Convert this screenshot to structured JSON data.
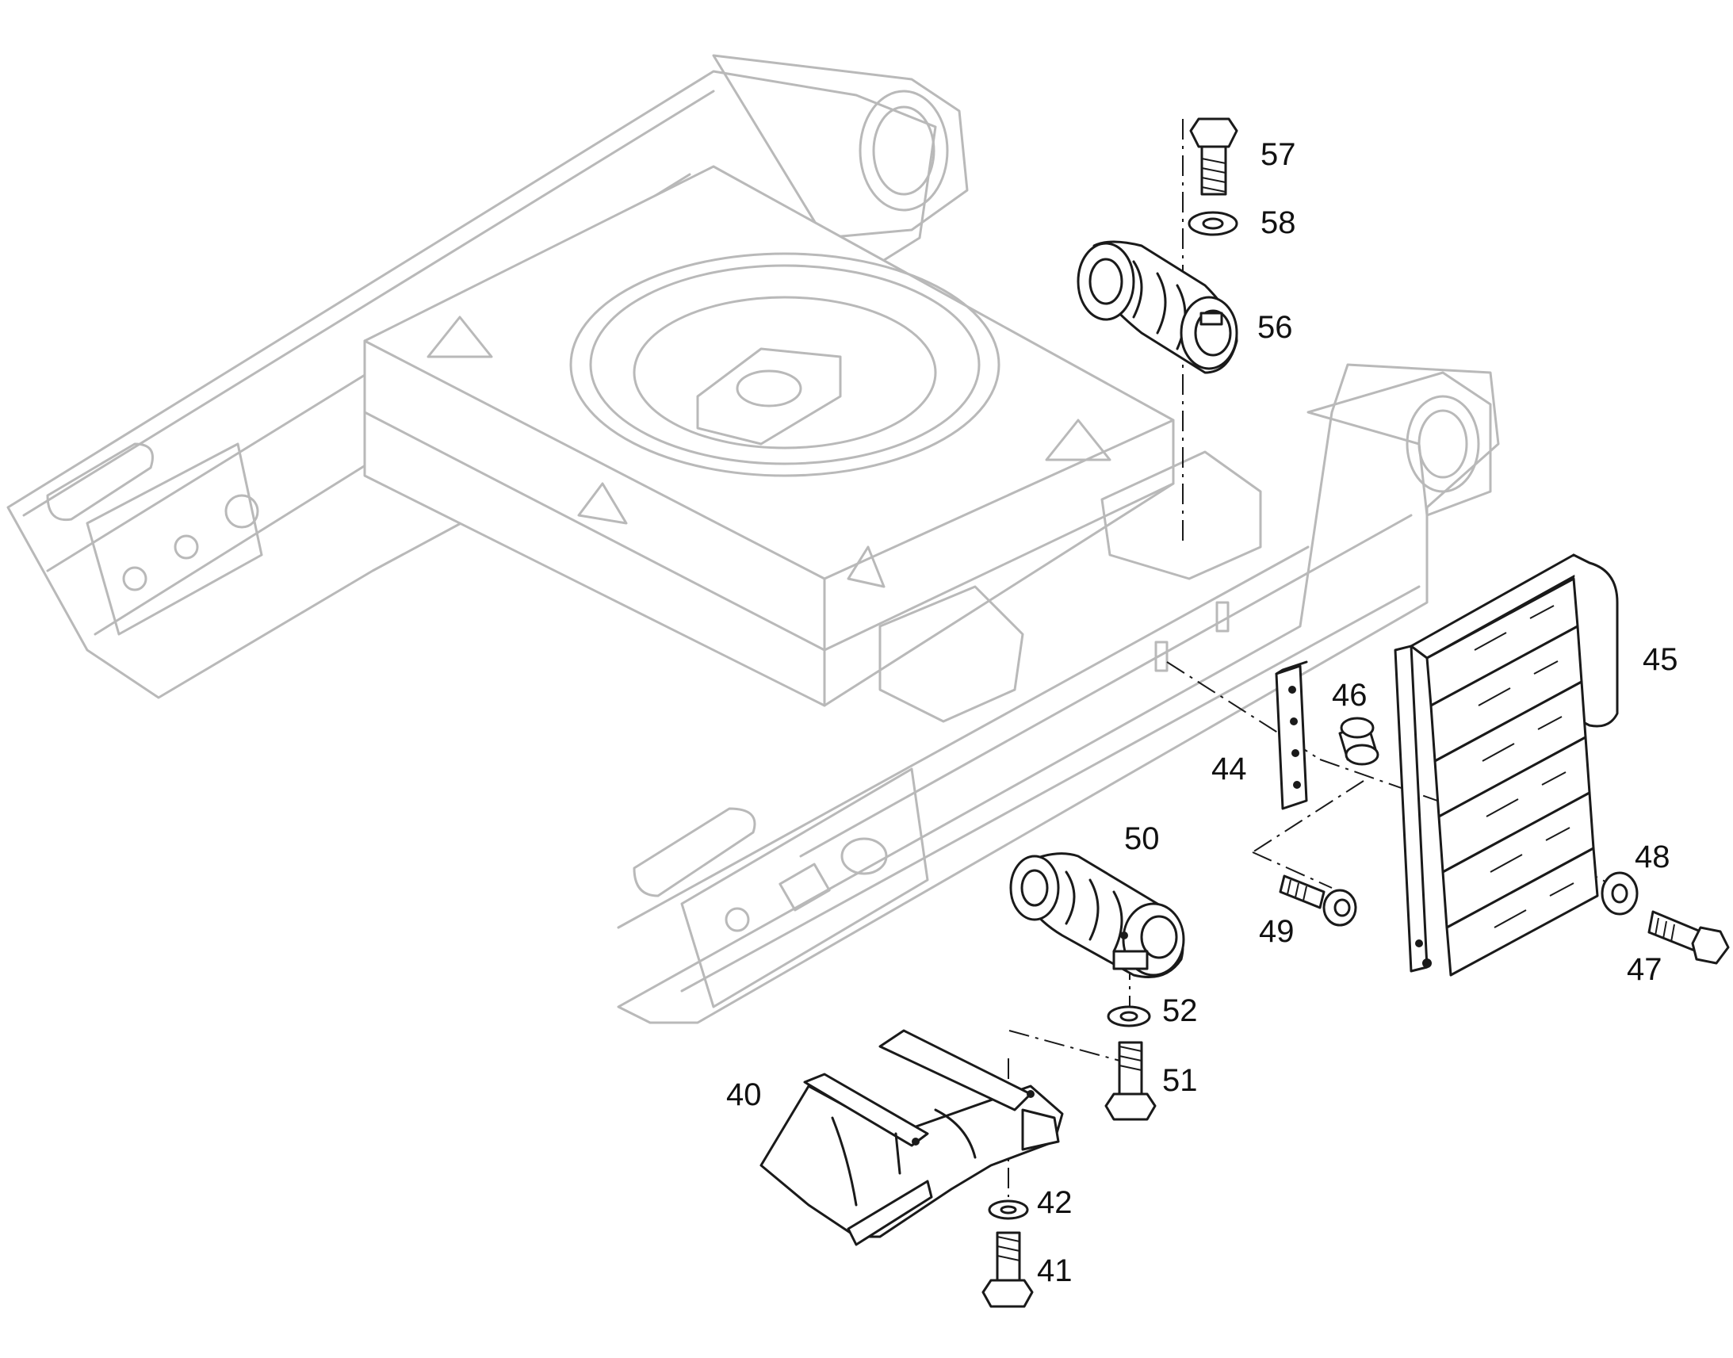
{
  "diagram": {
    "callouts": [
      {
        "id": "40",
        "label": "40"
      },
      {
        "id": "41",
        "label": "41"
      },
      {
        "id": "42",
        "label": "42"
      },
      {
        "id": "44",
        "label": "44"
      },
      {
        "id": "45",
        "label": "45"
      },
      {
        "id": "46",
        "label": "46"
      },
      {
        "id": "47",
        "label": "47"
      },
      {
        "id": "48",
        "label": "48"
      },
      {
        "id": "49",
        "label": "49"
      },
      {
        "id": "50",
        "label": "50"
      },
      {
        "id": "51",
        "label": "51"
      },
      {
        "id": "52",
        "label": "52"
      },
      {
        "id": "56",
        "label": "56"
      },
      {
        "id": "57",
        "label": "57"
      },
      {
        "id": "58",
        "label": "58"
      }
    ],
    "colors": {
      "frame_outline": "#b9b9b9",
      "part_outline": "#1a1a1a",
      "background": "#ffffff"
    }
  }
}
